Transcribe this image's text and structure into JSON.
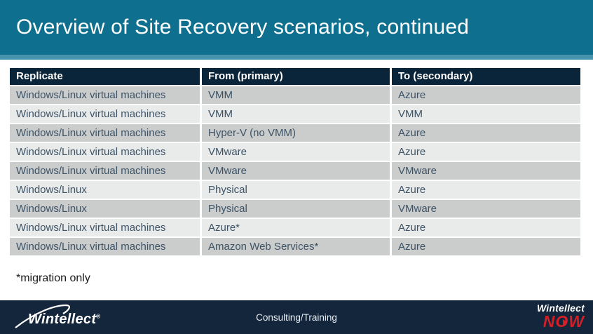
{
  "slide": {
    "title": "Overview of Site Recovery scenarios, continued",
    "footnote": "*migration only"
  },
  "table": {
    "columns": [
      "Replicate",
      "From (primary)",
      "To (secondary)"
    ],
    "rows": [
      [
        "Windows/Linux virtual machines",
        "VMM",
        "Azure"
      ],
      [
        "Windows/Linux virtual machines",
        "VMM",
        "VMM"
      ],
      [
        "Windows/Linux virtual machines",
        "Hyper-V (no VMM)",
        "Azure"
      ],
      [
        "Windows/Linux virtual machines",
        "VMware",
        "Azure"
      ],
      [
        "Windows/Linux virtual machines",
        "VMware",
        "VMware"
      ],
      [
        "Windows/Linux",
        "Physical",
        "Azure"
      ],
      [
        "Windows/Linux",
        "Physical",
        "VMware"
      ],
      [
        "Windows/Linux virtual machines",
        "Azure*",
        "Azure"
      ],
      [
        "Windows/Linux virtual machines",
        "Amazon Web Services*",
        "Azure"
      ]
    ]
  },
  "footer": {
    "left_logo": "Wintellect",
    "left_logo_mark": "®",
    "center_text": "Consulting/Training",
    "right_logo_top": "Wintellect",
    "right_logo_bottom": "NOW"
  },
  "colors": {
    "banner_teal": "#0e6f8e",
    "banner_strip": "#4693ac",
    "table_header_bg": "#0a2439",
    "row_dark": "#cbcccc",
    "row_light": "#e9eaea",
    "cell_text": "#3d5366",
    "footer_bg": "#13263c",
    "now_red": "#d51f26"
  }
}
